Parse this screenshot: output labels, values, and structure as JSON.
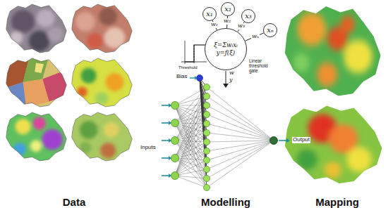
{
  "diagram": {
    "nodes": [
      {
        "text": [
          "x₁"
        ]
      },
      {
        "text": [
          "x₂"
        ]
      },
      {
        "text": [
          "x₃"
        ]
      },
      {
        "text": [
          "xₙ"
        ]
      },
      {
        "text": [
          "ξ=Σwᵢxᵢ",
          "y=ƒ(ξ)"
        ]
      }
    ],
    "edges": [
      {
        "from": 0,
        "to": 4,
        "label": "w₁",
        "arrow": "none"
      },
      {
        "from": 1,
        "to": 4,
        "label": "w₂",
        "arrow": "none"
      },
      {
        "from": 2,
        "to": 4,
        "label": "w₃",
        "arrow": "none"
      },
      {
        "from": 3,
        "to": 4,
        "label": "wₙ",
        "arrow": "none"
      }
    ],
    "labels": [
      "Threshold",
      "Linear threshold gate",
      "w",
      "y",
      "Bias",
      "Inputs",
      "Output",
      "Data",
      "Modelling",
      "Mapping"
    ]
  }
}
